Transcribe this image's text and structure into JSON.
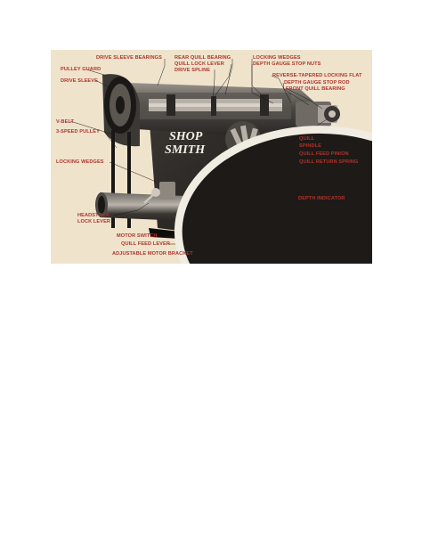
{
  "figure": {
    "brand": {
      "line1": "SHOP",
      "line2": "SMITH"
    },
    "labels": {
      "drive_sleeve_bearings": "DRIVE SLEEVE BEARINGS",
      "rear_quill_bearing": "REAR QUILL BEARING",
      "quill_lock_lever": "QUILL LOCK LEVER",
      "drive_spline": "DRIVE SPLINE",
      "locking_wedges_top": "LOCKING WEDGES",
      "depth_gauge_stop_nuts": "DEPTH GAUGE STOP NUTS",
      "reverse_tapered_locking_flat": "REVERSE-TAPERED LOCKING FLAT",
      "depth_gauge_stop_rod": "DEPTH GAUGE STOP ROD",
      "front_quill_bearing": "FRONT QUILL BEARING",
      "pulley_guard": "PULLEY GUARD",
      "drive_sleeve": "DRIVE SLEEVE",
      "v_belt": "V-BELT",
      "three_speed_pulley": "3-SPEED PULLEY",
      "quill": "QUILL",
      "spindle": "SPINDLE",
      "quill_feed_pinion": "QUILL FEED PINION",
      "quill_return_spring": "QUILL RETURN SPRING",
      "locking_wedges_left": "LOCKING WEDGES",
      "depth_indicator": "DEPTH INDICATOR",
      "headstock_lock_lever_1": "HEADSTOCK",
      "headstock_lock_lever_2": "LOCK LEVER",
      "motor_switch": "MOTOR SWITCH",
      "quill_feed_lever": "QUILL FEED LEVER",
      "adjustable_motor_bracket": "ADJUSTABLE MOTOR BRACKET"
    },
    "colors": {
      "background": "#efe3cc",
      "label": "#b0332a",
      "machine": "#2e2b27",
      "highlight": "#8a8580"
    }
  }
}
